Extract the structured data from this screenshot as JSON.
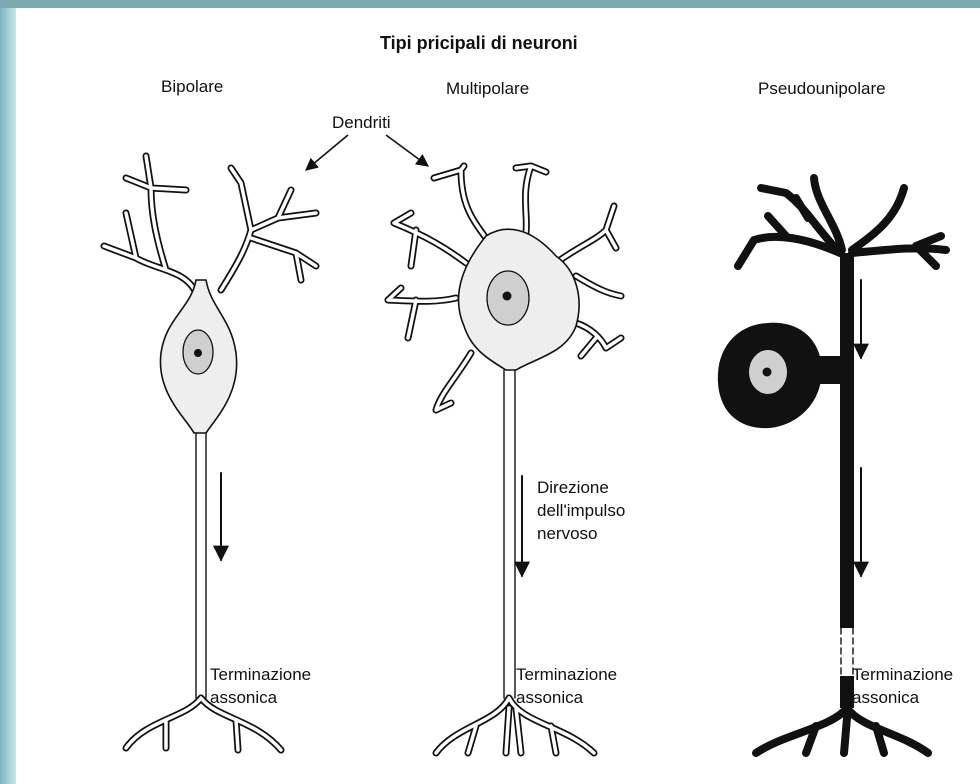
{
  "title": "Tipi pricipali di neuroni",
  "types": {
    "bipolar": "Bipolare",
    "multipolar": "Multipolare",
    "pseudounipolar": "Pseudounipolare"
  },
  "labels": {
    "dendrites": "Dendriti",
    "impulse_line1": "Direzione",
    "impulse_line2": "dell'impulso",
    "impulse_line3": "nervoso",
    "terminal_line1": "Terminazione",
    "terminal_line2": "assonica"
  },
  "colors": {
    "background": "#c9e6ea",
    "slide": "#ffffff",
    "ink": "#111111",
    "cytoplasm": "#eeeeee"
  }
}
